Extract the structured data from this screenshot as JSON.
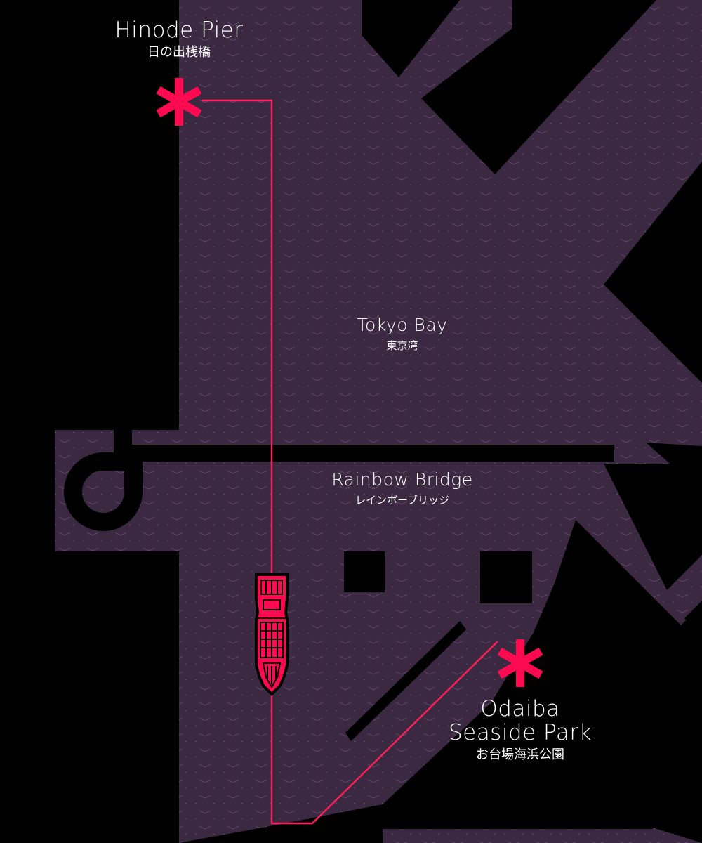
{
  "colors": {
    "background": "#000000",
    "water": "#3b2841",
    "wave": "#5e4565",
    "route": "#ff1f5a",
    "accent": "#ff0a50",
    "text": "#ffffff"
  },
  "icons": {
    "pier_marker": "asterisk-marker-icon",
    "vessel": "ferry-boat-icon"
  },
  "places": {
    "hinode": {
      "name_en": "Hinode Pier",
      "name_jp": "日の出桟橋"
    },
    "bay": {
      "name_en": "Tokyo Bay",
      "name_jp": "東京湾"
    },
    "bridge": {
      "name_en": "Rainbow Bridge",
      "name_jp": "レインボーブリッジ"
    },
    "odaiba": {
      "name_en_line1": "Odaiba",
      "name_en_line2": "Seaside Park",
      "name_jp": "お台場海浜公園"
    }
  }
}
